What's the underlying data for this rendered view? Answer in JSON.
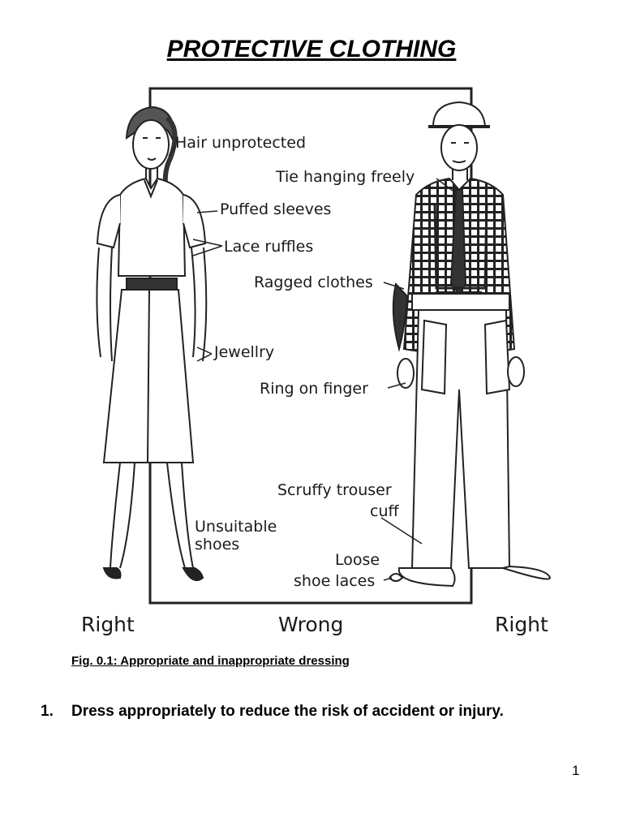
{
  "page": {
    "title": " PROTECTIVE CLOTHING",
    "caption": "Fig. 0.1: Appropriate and inappropriate dressing",
    "point_number": "1.",
    "point_text": "Dress appropriately to reduce the risk of accident or injury.",
    "page_number": "1"
  },
  "figure": {
    "labels": {
      "hair": "Hair unprotected",
      "tie": "Tie hanging freely",
      "sleeves": "Puffed sleeves",
      "ruffles": "Lace ruffles",
      "ragged": "Ragged clothes",
      "jewellry": "Jewellry",
      "ring": "Ring on finger",
      "scruffy1": "Scruffy trouser",
      "scruffy2": "cuff",
      "unsuitable1": "Unsuitable",
      "unsuitable2": "shoes",
      "loose1": "Loose",
      "loose2": "shoe laces"
    },
    "footer": {
      "left": "Right",
      "center": "Wrong",
      "right": "Right"
    }
  }
}
